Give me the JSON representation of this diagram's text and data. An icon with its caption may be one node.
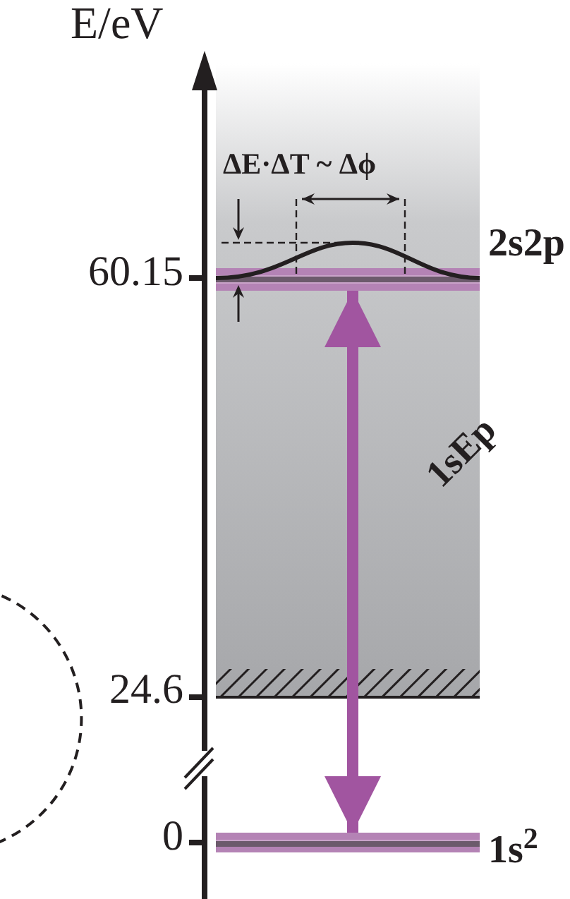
{
  "diagram": {
    "nodes": [
      {
        "text": [
          "2s2p"
        ]
      },
      {
        "text": [
          "1s$^{2}$"
        ]
      }
    ],
    "edges": [
      {
        "from": 0,
        "to": 1,
        "arrow": "both",
        "label": "1sEp"
      }
    ],
    "labels": [
      "E/eV",
      "60.15",
      "24.6",
      "0",
      "ΔE·ΔT ~ Δϕ"
    ]
  }
}
